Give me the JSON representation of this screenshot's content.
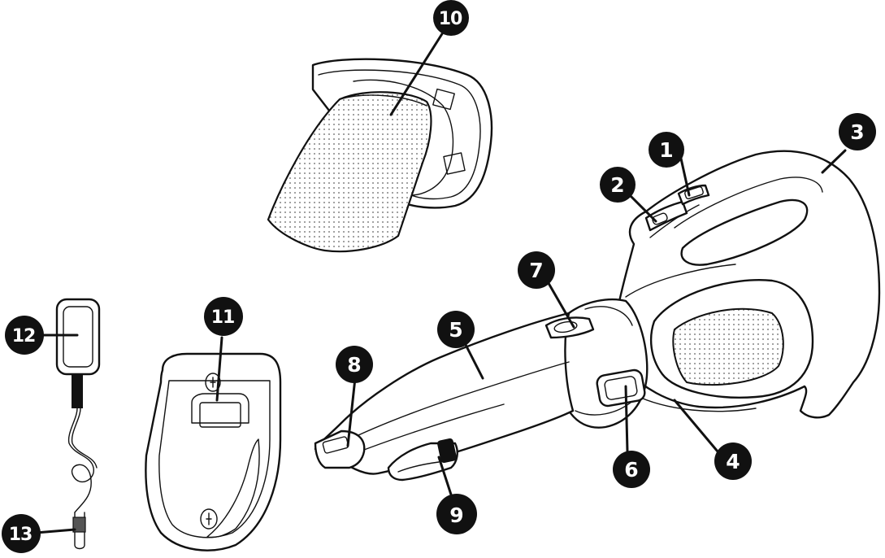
{
  "diagram": {
    "colors": {
      "ink": "#111111",
      "background": "#ffffff",
      "filter_mesh": "#888888",
      "callout_fill": "#111111",
      "callout_text": "#ffffff"
    },
    "callouts": {
      "c1": "1",
      "c2": "2",
      "c3": "3",
      "c4": "4",
      "c5": "5",
      "c6": "6",
      "c7": "7",
      "c8": "8",
      "c9": "9",
      "c10": "10",
      "c11": "11",
      "c12": "12",
      "c13": "13"
    }
  }
}
